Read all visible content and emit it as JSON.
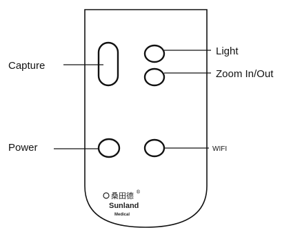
{
  "labels": {
    "capture": "Capture",
    "light": "Light",
    "zoom": "Zoom In/Out",
    "power": "Power",
    "wifi": "WIFI"
  },
  "brand": {
    "chinese": "桑田德",
    "registered": "®",
    "name": "Sunland",
    "tagline": "Medical"
  },
  "colors": {
    "outline": "#111111",
    "text": "#111111",
    "background": "#ffffff"
  }
}
